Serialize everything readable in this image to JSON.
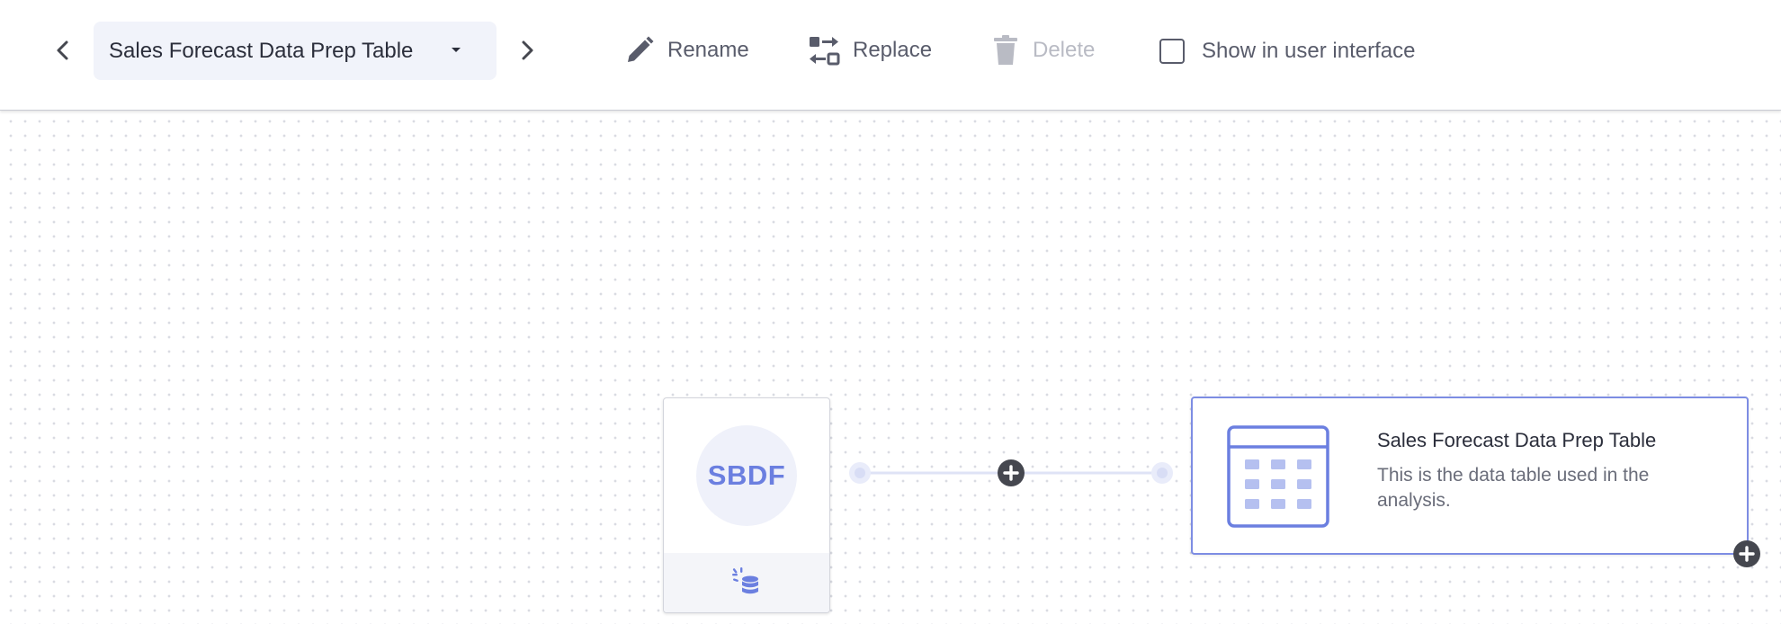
{
  "toolbar": {
    "selected_table": "Sales Forecast Data Prep Table",
    "rename_label": "Rename",
    "replace_label": "Replace",
    "delete_label": "Delete",
    "show_in_ui_label": "Show in user interface",
    "show_in_ui_checked": false,
    "delete_disabled": true
  },
  "canvas": {
    "source_node": {
      "label": "SBDF",
      "icon": "database-sparkle-icon"
    },
    "table_node": {
      "title": "Sales Forecast Data Prep Table",
      "description": "This is the data table used in the analysis.",
      "icon": "table-grid-icon"
    }
  },
  "colors": {
    "accent": "#6b7fe0",
    "node_border": "#7d8de3",
    "text_primary": "#2b2e3b",
    "text_secondary": "#595c6b",
    "text_disabled": "#b9bbc4",
    "select_bg": "#f1f3fa",
    "connector": "#dfe3f6",
    "add_button": "#45474f"
  }
}
